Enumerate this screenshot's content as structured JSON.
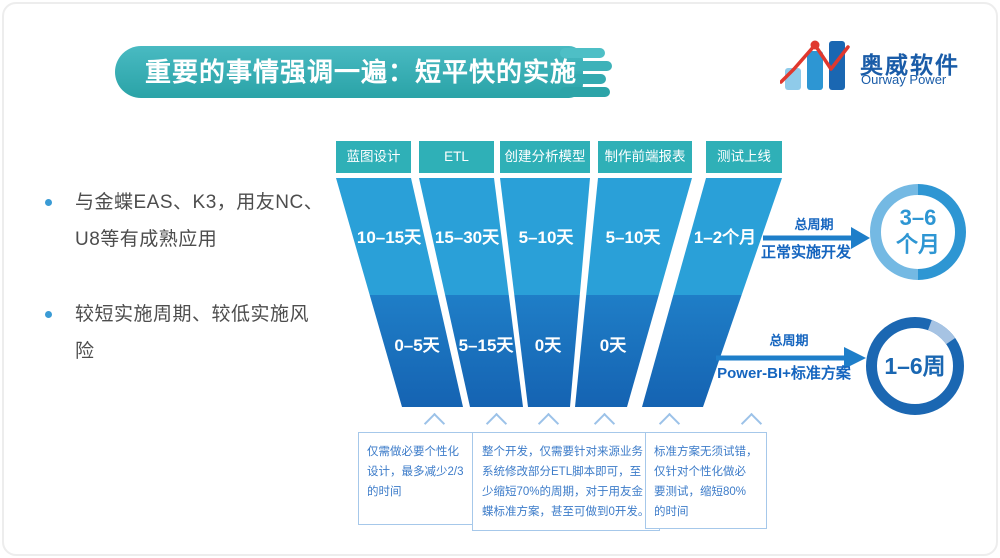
{
  "banner": {
    "title": "重要的事情强调一遍：短平快的实施"
  },
  "logo": {
    "name": "奥威软件",
    "subtitle": "Ourway Power"
  },
  "bullets": [
    {
      "lines": [
        "与金蝶EAS、K3，用友NC、",
        "U8等有成熟应用"
      ]
    },
    {
      "lines": [
        "较短实施周期、较低实施风",
        "险"
      ]
    }
  ],
  "chart_data": {
    "type": "funnel",
    "stages": [
      {
        "label": "蓝图设计",
        "normal": "10–15天",
        "standard": "0–5天"
      },
      {
        "label": "ETL",
        "normal": "15–30天",
        "standard": "5–15天"
      },
      {
        "label": "创建分析模型",
        "normal": "5–10天",
        "standard": "0天"
      },
      {
        "label": "制作前端报表",
        "normal": "5–10天",
        "standard": "0天"
      },
      {
        "label": "测试上线",
        "normal": "1–2个月",
        "standard": ""
      }
    ],
    "totals": [
      {
        "caption": "总周期",
        "plan": "正常实施开发",
        "value_line1": "3–6",
        "value_line2": "个月"
      },
      {
        "caption": "总周期",
        "plan": "Power-BI+标准方案",
        "value": "1–6周"
      }
    ]
  },
  "notes": [
    {
      "lines": [
        "仅需做必要个性化",
        "设计，最多减少2/3",
        "的时间"
      ]
    },
    {
      "lines": [
        "整个开发，仅需要针对来源业务",
        "系统修改部分ETL脚本即可，至",
        "少缩短70%的周期，对于用友金",
        "蝶标准方案，甚至可做到0开发。"
      ]
    },
    {
      "lines": [
        "标准方案无须试错，",
        "仅针对个性化做必",
        "要测试，缩短80%",
        "的时间"
      ]
    }
  ],
  "colors": {
    "banner_teal": "#35adb4",
    "header_teal": "#2fb0b7",
    "funnel_top_blue": "#2aa0d8",
    "funnel_bottom_blue": "#1a72be",
    "accent_blue": "#1565bf",
    "note_blue": "#3d7cc9",
    "logo_blue": "#1a5ca8",
    "logo_red": "#e0382e"
  }
}
